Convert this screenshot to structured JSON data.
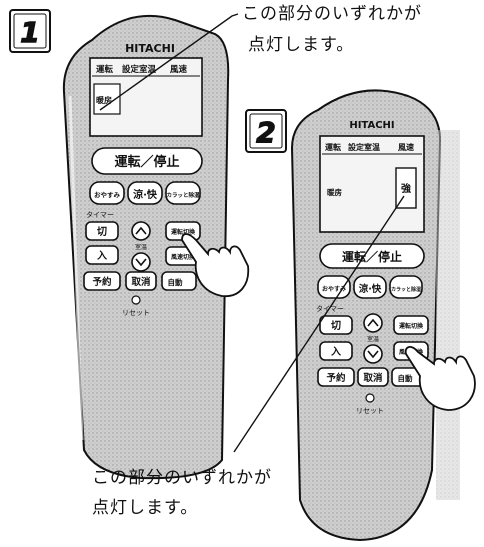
{
  "steps": {
    "one": "1",
    "two": "2"
  },
  "callout_top": {
    "line1": "この部分のいずれかが",
    "line2": "点灯します。"
  },
  "callout_bottom": {
    "line1": "この部分のいずれかが",
    "line2": "点灯します。"
  },
  "remote1": {
    "brand": "HITACHI",
    "lcd_tabs": [
      "運転",
      "設定室温",
      "風速"
    ],
    "lcd_mode": "暖房",
    "run_stop": "運転／停止",
    "row_buttons": [
      "おやすみ",
      "涼·快",
      "カラッと除湿"
    ],
    "timer_label": "タイマー",
    "timer_off": "切",
    "timer_on": "入",
    "reserve": "予約",
    "cancel": "取消",
    "room_temp_label": "室温",
    "mode_switch": "運転切換",
    "fan_speed": "風速切換",
    "auto": "自動",
    "reset": "リセット"
  },
  "remote2": {
    "brand": "HITACHI",
    "lcd_tabs": [
      "運転",
      "設定室温",
      "風速"
    ],
    "lcd_mode": "暖房",
    "lcd_fan": "強",
    "run_stop": "運転／停止",
    "row_buttons": [
      "おやすみ",
      "涼·快",
      "カラッと除湿"
    ],
    "timer_label": "タイマー",
    "timer_off": "切",
    "timer_on": "入",
    "reserve": "予約",
    "cancel": "取消",
    "room_temp_label": "室温",
    "mode_switch": "運転切換",
    "fan_speed": "風速切換",
    "auto": "自動",
    "reset": "リセット"
  },
  "colors": {
    "ink": "#111111",
    "remote_body": "#d9d9d9",
    "lcd": "#f4f4f4"
  }
}
